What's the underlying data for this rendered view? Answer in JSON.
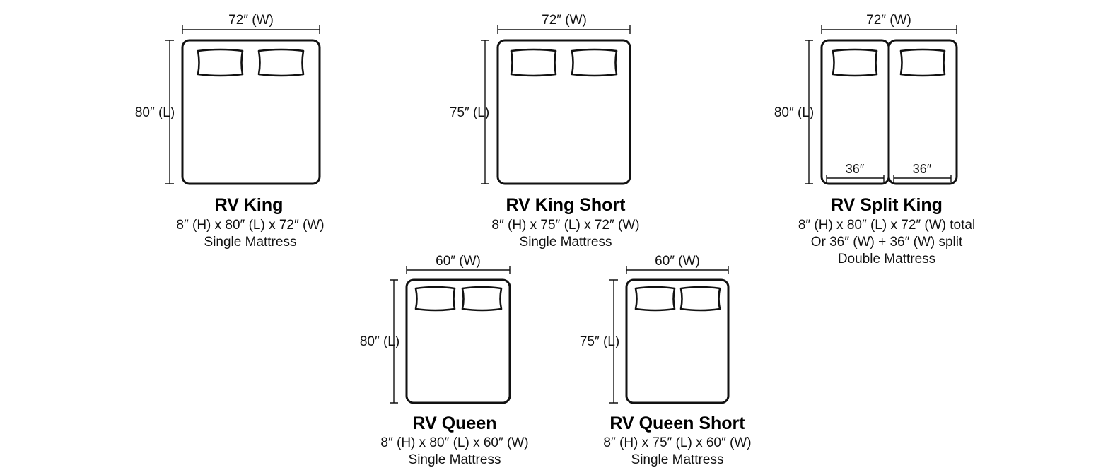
{
  "mattresses": [
    {
      "title": "RV King",
      "spec_line": "8″ (H) x 80″ (L) x 72″ (W)",
      "type_line": "Single Mattress",
      "width_label": "72″ (W)",
      "length_label": "80″ (L)"
    },
    {
      "title": "RV King Short",
      "spec_line": "8″ (H) x 75″ (L) x 72″ (W)",
      "type_line": "Single Mattress",
      "width_label": "72″ (W)",
      "length_label": "75″ (L)"
    },
    {
      "title": "RV Split King",
      "spec_line": "8″ (H) x 80″ (L) x 72″ (W) total",
      "split_line": "Or 36″ (W) + 36″ (W) split",
      "type_line": "Double Mattress",
      "width_label": "72″ (W)",
      "length_label": "80″ (L)",
      "split_width_labels": [
        "36″",
        "36″"
      ]
    },
    {
      "title": "RV Queen",
      "spec_line": "8″ (H) x 80″ (L) x 60″ (W)",
      "type_line": "Single Mattress",
      "width_label": "60″ (W)",
      "length_label": "80″ (L)"
    },
    {
      "title": "RV Queen Short",
      "spec_line": "8″ (H) x 75″ (L) x 60″ (W)",
      "type_line": "Single Mattress",
      "width_label": "60″ (W)",
      "length_label": "75″ (L)"
    }
  ]
}
